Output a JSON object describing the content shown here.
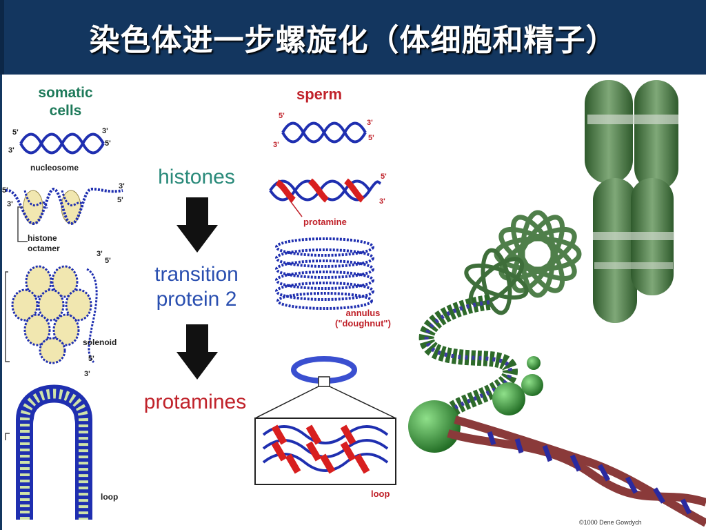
{
  "slide": {
    "title": "染色体进一步螺旋化（体细胞和精子）"
  },
  "somatic": {
    "heading_line1": "somatic",
    "heading_line2": "cells",
    "nucleosome": "nucleosome",
    "histone_octamer_line1": "histone",
    "histone_octamer_line2": "octamer",
    "solenoid": "solenoid",
    "loop": "loop"
  },
  "primes": {
    "five": "5'",
    "three": "3'"
  },
  "middle": {
    "histones": "histones",
    "transition_line1": "transition",
    "transition_line2": "protein 2",
    "protamines": "protamines"
  },
  "sperm": {
    "heading": "sperm",
    "protamine": "protamine",
    "annulus_line1": "annulus",
    "annulus_line2": "(\"doughnut\")",
    "loop": "loop"
  },
  "credit": "©1000 Dene Gowdych",
  "colors": {
    "title_bg": "#13365f",
    "somatic_green": "#1e7a5a",
    "histones_teal": "#2a8a7a",
    "transition_blue": "#2a4fb0",
    "protamines_red": "#c0222a",
    "dna_blue": "#1f2fb0",
    "protamine_red": "#d81f1f",
    "histone_fill": "#f1e7b0",
    "chromosome_green": "#4f7f4a"
  }
}
